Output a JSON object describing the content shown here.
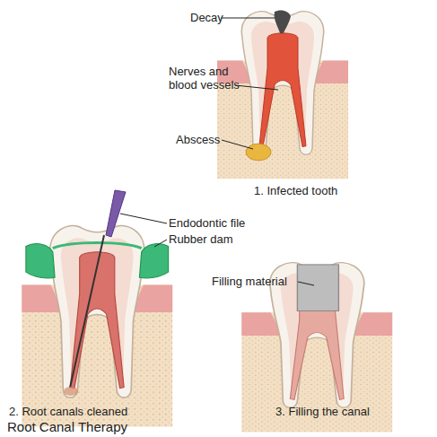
{
  "diagram": {
    "caption": "Root Canal Therapy",
    "labels": [
      "Decay",
      "Nerves and blood vessels",
      "Abscess",
      "1. Infected tooth",
      "Endodontic file",
      "Rubber dam",
      "Filling material",
      "2. Root canals cleaned",
      "3. Filling the canal"
    ]
  }
}
